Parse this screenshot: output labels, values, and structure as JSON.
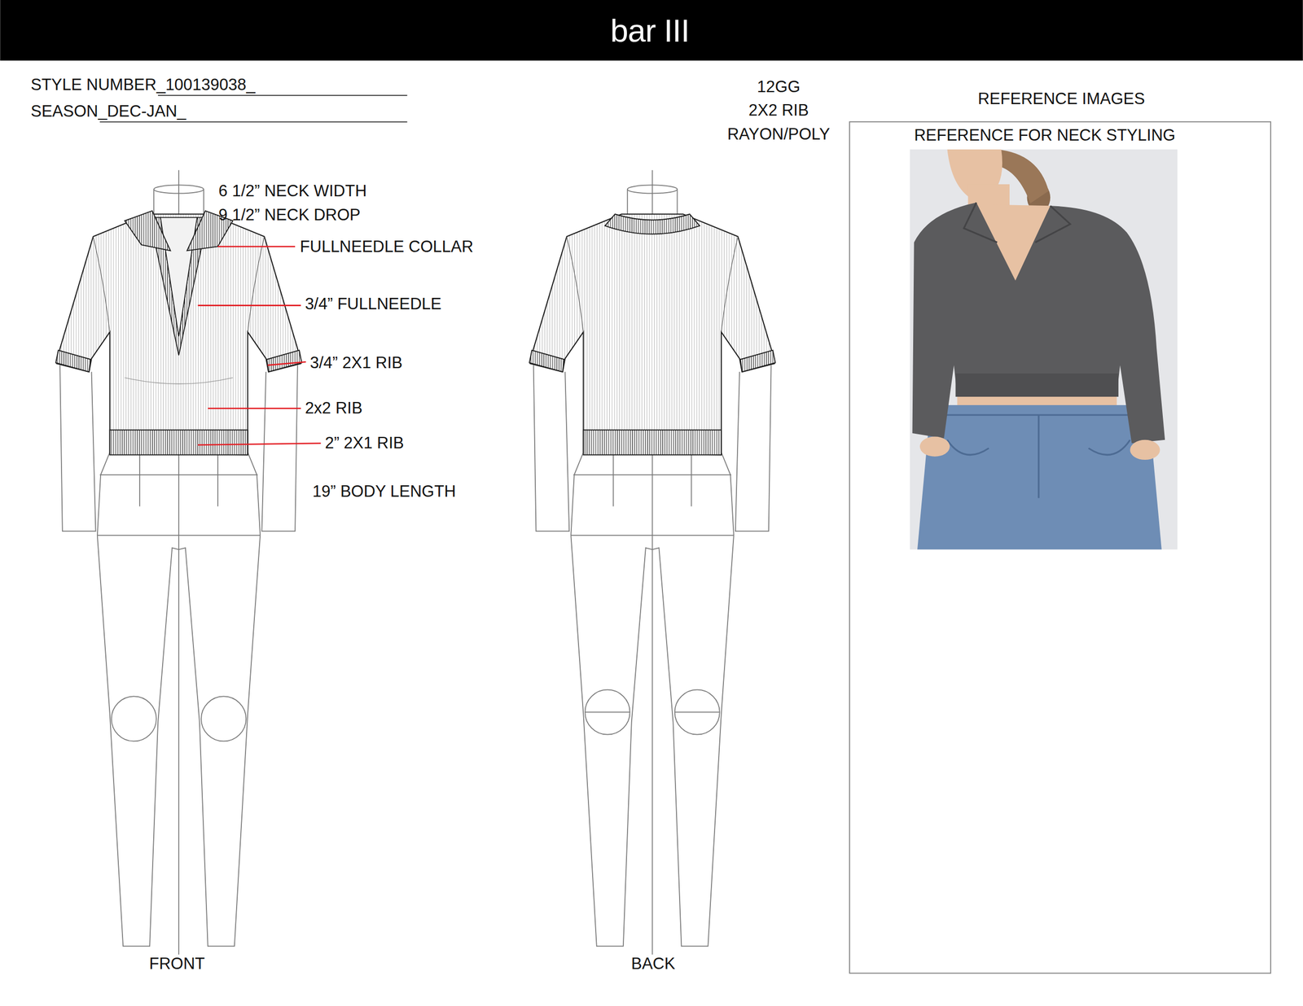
{
  "diagram": {
    "title": "bar III",
    "nodes": [
      {
        "text": [
          "REFERENCE IMAGES",
          "REFERENCE FOR NECK STYLING"
        ]
      }
    ],
    "labels": [
      "STYLE NUMBER_100139038_",
      "SEASON_DEC-JAN_",
      "12GG",
      "2X2 RIB",
      "RAYON/POLY",
      "6 1/2” NECK WIDTH",
      "9 1/2” NECK DROP",
      "FULLNEEDLE COLLAR",
      "3/4” FULLNEEDLE",
      "3/4” 2X1 RIB",
      "2x2 RIB",
      "2” 2X1 RIB",
      "19” BODY LENGTH",
      "FRONT",
      "BACK"
    ]
  }
}
